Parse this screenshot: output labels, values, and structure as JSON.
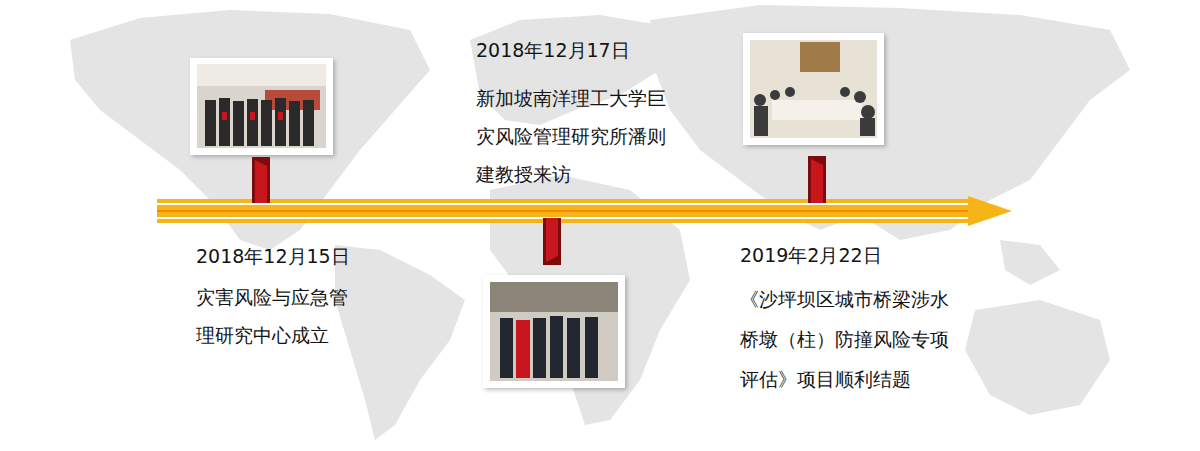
{
  "diagram": {
    "labels": [
      "2018年12月15日",
      "灾害风险与应急管 理研究中心成立",
      "2018年12月17日",
      "新加坡南洋理工大学巨 灾风险管理研究所潘则 建教授来访",
      "2019年2月22日",
      "《沙坪坝区城市桥梁涉水 桥墩（柱）防撞风险专项 评估》项目顺利结题"
    ]
  }
}
